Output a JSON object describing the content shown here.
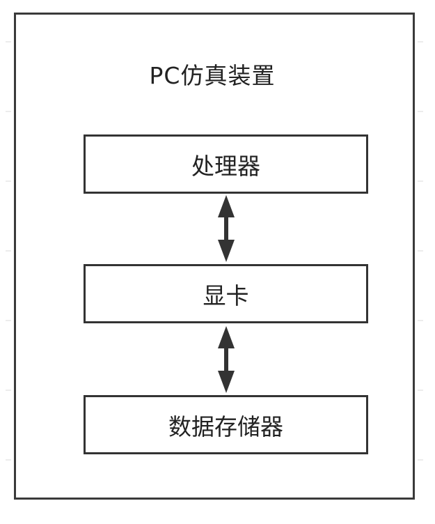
{
  "diagram": {
    "container_title": "PC仿真装置",
    "blocks": [
      {
        "label": "处理器"
      },
      {
        "label": "显卡"
      },
      {
        "label": "数据存储器"
      }
    ],
    "connections": [
      {
        "from": "处理器",
        "to": "显卡",
        "direction": "bidirectional"
      },
      {
        "from": "显卡",
        "to": "数据存储器",
        "direction": "bidirectional"
      }
    ],
    "colors": {
      "border": "#333333",
      "text": "#222222",
      "background": "#ffffff"
    }
  }
}
